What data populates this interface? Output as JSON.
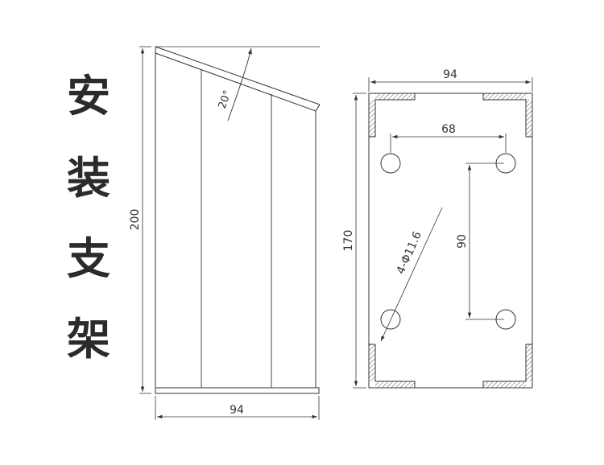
{
  "title": {
    "chars": [
      "安",
      "装",
      "支",
      "架"
    ]
  },
  "side_view": {
    "height_label": "200",
    "width_label": "94",
    "angle_label": "20°"
  },
  "top_view": {
    "width_label": "94",
    "height_label": "170",
    "hole_spacing_x_label": "68",
    "hole_spacing_y_label": "90",
    "hole_label": "4-Φ11.6"
  },
  "colors": {
    "line": "#333333",
    "text": "#2b2b2b"
  }
}
